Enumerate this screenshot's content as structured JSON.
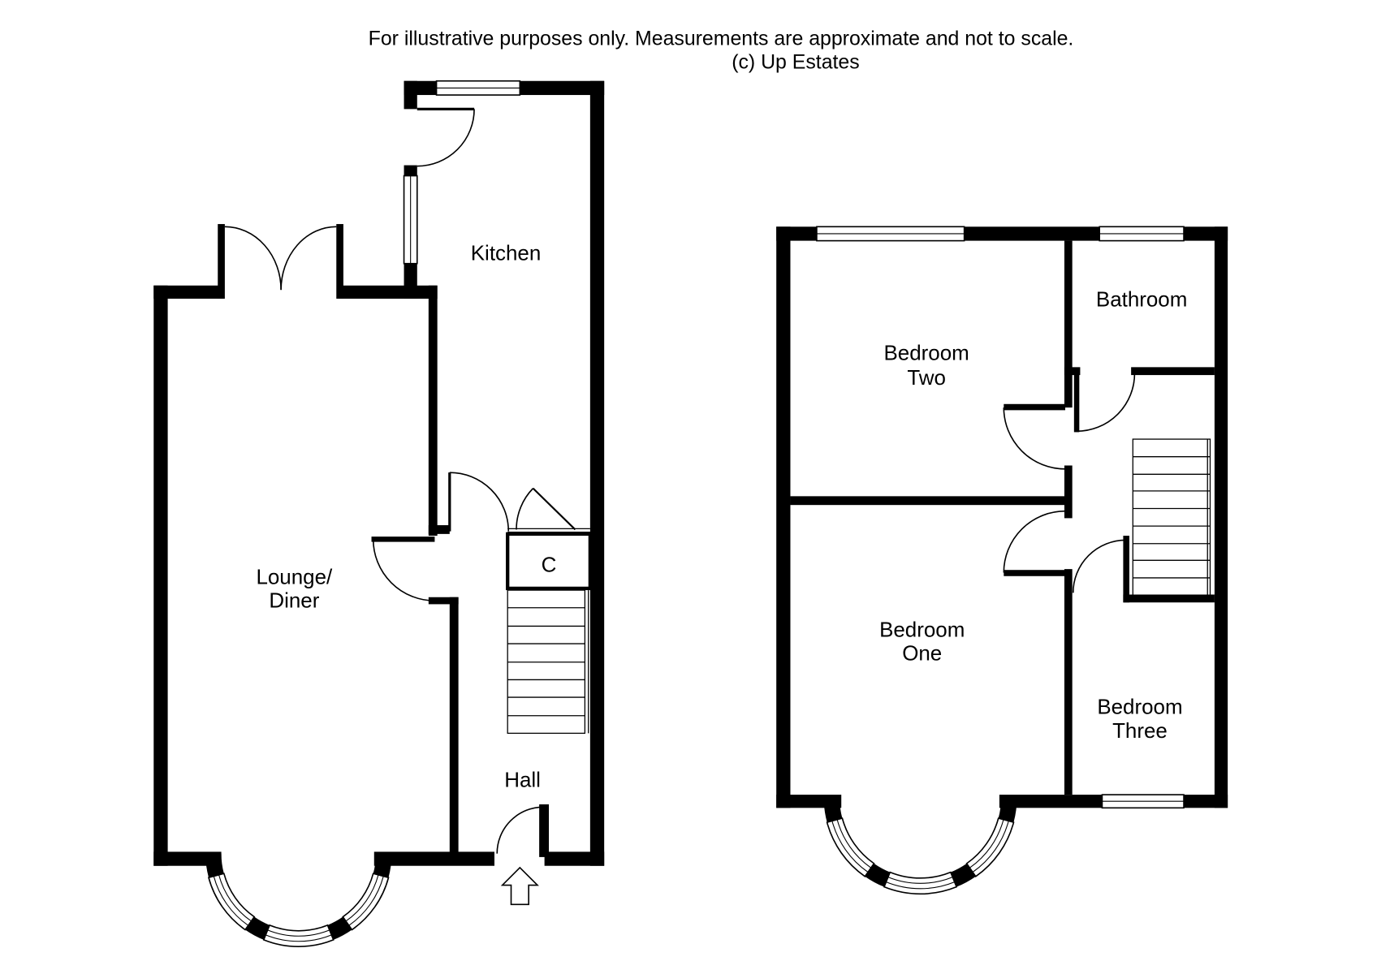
{
  "disclaimer": {
    "line1": "For illustrative purposes only. Measurements are approximate and not to scale.",
    "line2": "(c) Up Estates"
  },
  "ground_floor": {
    "kitchen": "Kitchen",
    "lounge_diner": [
      "Lounge/",
      "Diner"
    ],
    "cupboard": "C",
    "hall": "Hall",
    "entrance_icon": "up-arrow-icon"
  },
  "first_floor": {
    "bedroom_two": [
      "Bedroom",
      "Two"
    ],
    "bathroom": "Bathroom",
    "bedroom_one": [
      "Bedroom",
      "One"
    ],
    "bedroom_three": [
      "Bedroom",
      "Three"
    ]
  },
  "colors": {
    "wall": "#000000",
    "background": "#ffffff",
    "text": "#000000"
  }
}
